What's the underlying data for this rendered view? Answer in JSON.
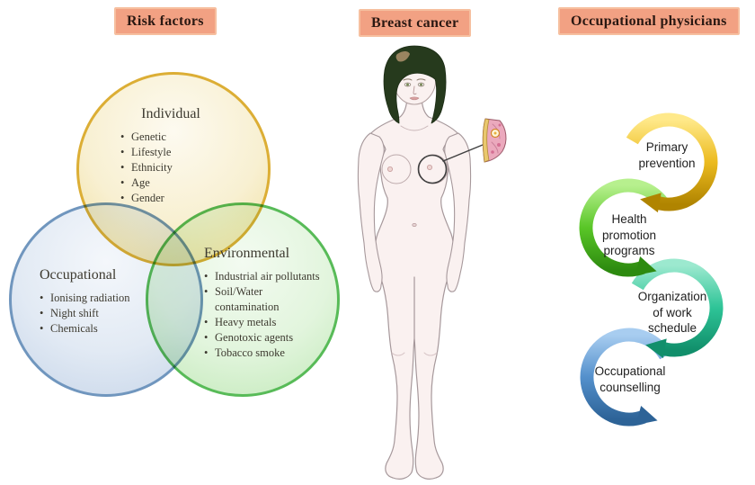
{
  "headers": {
    "risk_factors": "Risk factors",
    "breast_cancer": "Breast cancer",
    "occupational_physicians": "Occupational physicians",
    "background_color": "#f2a183",
    "text_color": "#2a1812"
  },
  "venn": {
    "individual": {
      "title": "Individual",
      "items": [
        "Genetic",
        "Lifestyle",
        "Ethnicity",
        "Age",
        "Gender"
      ],
      "border_color": "#dcae35",
      "fill_color": "#f8f0d2"
    },
    "occupational": {
      "title": "Occupational",
      "items": [
        "Ionising radiation",
        "Night shift",
        "Chemicals"
      ],
      "border_color": "#7096be",
      "fill_color": "#e2eaf4"
    },
    "environmental": {
      "title": "Environmental",
      "items": [
        "Industrial air pollutants",
        "Soil/Water contamination",
        "Heavy metals",
        "Genotoxic agents",
        "Tobacco smoke"
      ],
      "border_color": "#58bb58",
      "fill_color": "#e2f5dd"
    }
  },
  "cycle": {
    "steps": [
      {
        "label": "Primary\nprevention",
        "color": "#ecbb1f"
      },
      {
        "label": "Health\npromotion\nprograms",
        "color": "#59c627"
      },
      {
        "label": "Organization\nof work\nschedule",
        "color": "#2ec497"
      },
      {
        "label": "Occupational\ncounselling",
        "color": "#5490cc"
      }
    ]
  },
  "figure": {
    "skin_color": "#faf1f0",
    "hair_color": "#263a1d"
  }
}
